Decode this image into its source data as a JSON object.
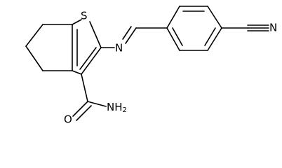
{
  "molecule": {
    "atom_labels": {
      "sulfur": "S",
      "imine_nitrogen": "N",
      "nitrile_nitrogen": "N",
      "carbonyl_oxygen": "O",
      "amide_group": "NH",
      "amide_subscript": "2"
    }
  },
  "colors": {
    "bond": "#000000",
    "background": "#ffffff"
  }
}
